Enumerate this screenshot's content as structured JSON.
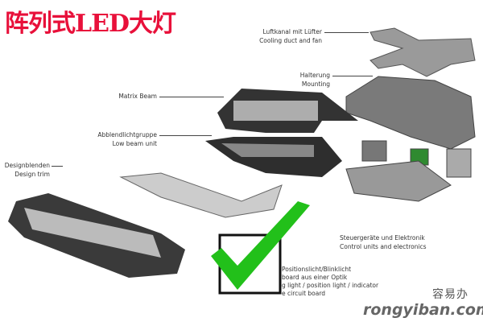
{
  "title": "阵列式LED大灯",
  "labels": {
    "cooling": {
      "de": "Luftkanal mit Lüfter",
      "en": "Cooling duct and fan"
    },
    "mounting": {
      "de": "Halterung",
      "en": "Mounting"
    },
    "matrix": {
      "de": "Matrix Beam"
    },
    "lowbeam": {
      "de": "Abblendlichtgruppe",
      "en": "Low beam unit"
    },
    "trim": {
      "de": "Designblenden",
      "en": "Design trim"
    },
    "control": {
      "de": "Steuergeräte und Elektronik",
      "en": "Control units and electronics"
    },
    "position": {
      "de1": "Positionslicht/Blinklicht",
      "de2": "board aus einer Optik",
      "en1": "g light / position light / indicator",
      "en2": "e circuit board"
    }
  },
  "watermark": {
    "cn": "容易办",
    "url": "rongyiban.com"
  },
  "colors": {
    "title": "#e8103a",
    "check": "#22c01a"
  }
}
